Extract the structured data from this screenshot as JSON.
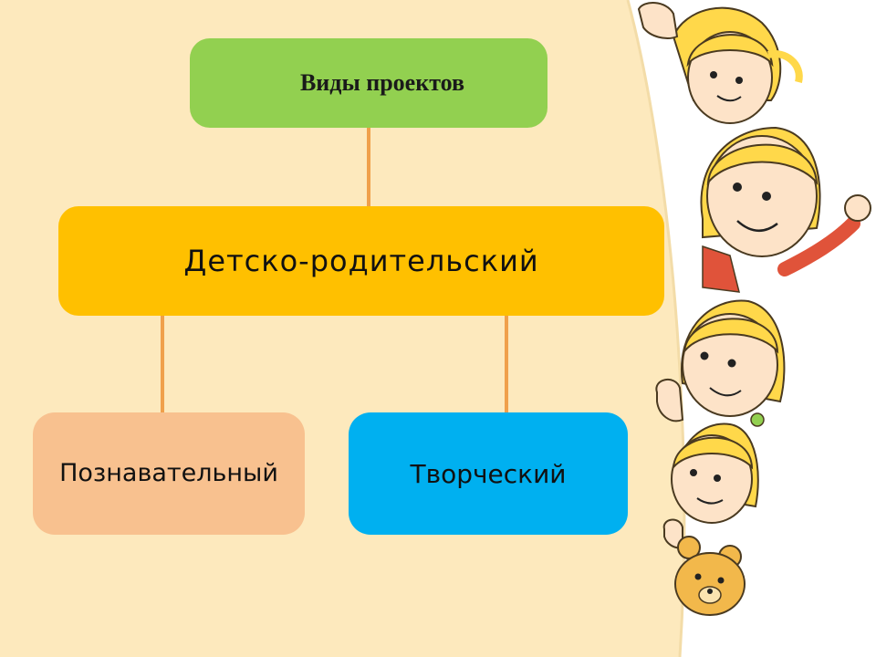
{
  "diagram": {
    "title": "Виды проектов",
    "main": "Детско-родительский",
    "children": [
      "Познавательный",
      "Творческий"
    ]
  },
  "colors": {
    "background": "#fde9bd",
    "title_box": "#92d050",
    "main_box": "#ffc000",
    "cognitive_box": "#f8c18f",
    "creative_box": "#00b0f0",
    "connector": "#f0a04b"
  },
  "illustration": {
    "icons": [
      "peeking-children-icon",
      "teddy-bear-icon"
    ]
  }
}
